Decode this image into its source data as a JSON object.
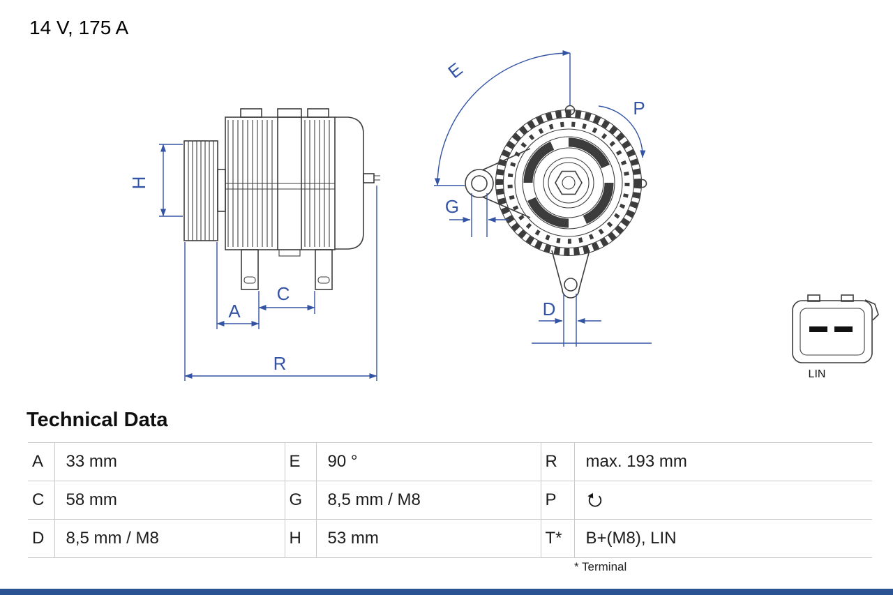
{
  "header": {
    "title": "14 V, 175 A"
  },
  "diagram": {
    "dimension_labels": {
      "H": "H",
      "A": "A",
      "C": "C",
      "R": "R",
      "E": "E",
      "G": "G",
      "P": "P",
      "D": "D"
    },
    "connector": {
      "label": "LIN"
    }
  },
  "technical_data": {
    "heading": "Technical Data",
    "rows": [
      [
        {
          "key": "A",
          "value": "33 mm"
        },
        {
          "key": "E",
          "value": "90 °"
        },
        {
          "key": "R",
          "value": "max. 193 mm"
        }
      ],
      [
        {
          "key": "C",
          "value": "58 mm"
        },
        {
          "key": "G",
          "value": "8,5 mm / M8"
        },
        {
          "key": "P",
          "value": "",
          "icon": "rotation-direction-icon"
        }
      ],
      [
        {
          "key": "D",
          "value": "8,5 mm / M8"
        },
        {
          "key": "H",
          "value": "53 mm"
        },
        {
          "key": "T*",
          "value": "B+(M8), LIN"
        }
      ]
    ],
    "footnote": "* Terminal"
  },
  "colors": {
    "dimension_blue": "#3353a4",
    "drawing_stroke": "#3c3c3c",
    "table_border": "#c9c9c9",
    "bottom_bar_blue": "#2a5394"
  }
}
